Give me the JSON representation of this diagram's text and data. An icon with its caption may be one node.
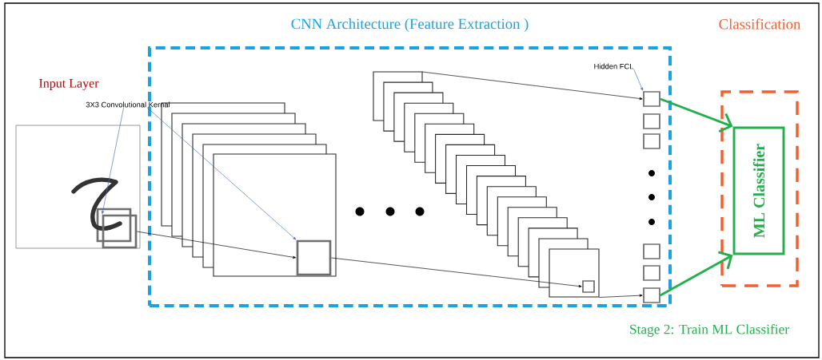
{
  "diagram": {
    "nodes": [
      {
        "text": [
          "CNN Architecture (Feature Extraction )"
        ]
      },
      {
        "text": [
          "Classification"
        ]
      },
      {
        "text": [
          "ML Classifier"
        ],
        "in": 1
      },
      {
        "text": [],
        "shape": "box"
      },
      {
        "text": [],
        "shape": "box",
        "in": 3
      },
      {
        "text": [
          "3X3 Convolutional Kernal"
        ]
      },
      {
        "text": [],
        "shape": "box",
        "in": 0
      },
      {
        "text": [],
        "shape": "box",
        "in": 6
      },
      {
        "text": [],
        "shape": "box",
        "in": 0
      },
      {
        "text": [],
        "shape": "box",
        "in": 8
      },
      {
        "text": [
          "Hidden FCL"
        ],
        "in": 0
      },
      {
        "text": [],
        "shape": "box",
        "in": 0
      },
      {
        "text": [],
        "shape": "box",
        "in": 0
      },
      {
        "text": [],
        "shape": "box",
        "in": 0
      },
      {
        "text": [],
        "shape": "box",
        "in": 0
      },
      {
        "text": [],
        "shape": "box",
        "in": 0
      },
      {
        "text": [],
        "shape": "box",
        "in": 0
      }
    ],
    "edges": [
      {
        "from": 5,
        "to": 4,
        "arrow": "to",
        "color": "#4472c4"
      },
      {
        "from": 5,
        "to": 7,
        "arrow": "to",
        "color": "#4472c4"
      },
      {
        "from": 4,
        "to": 7,
        "arrow": "to"
      },
      {
        "from": 7,
        "to": 9,
        "arrow": "to"
      },
      {
        "from": 10,
        "to": 11,
        "arrow": "to",
        "color": "#4472c4"
      },
      {
        "from": null,
        "to": 11,
        "arrow": "to"
      },
      {
        "from": 8,
        "to": 16,
        "arrow": "to"
      },
      {
        "from": 11,
        "to": 2,
        "arrow": "to",
        "style": "thick",
        "color": "#22b04b"
      },
      {
        "from": 16,
        "to": 2,
        "arrow": "to",
        "style": "thick",
        "color": "#22b04b"
      }
    ],
    "labels": [
      "Input Layer",
      "Stage 2: Train ML Classifier"
    ]
  }
}
